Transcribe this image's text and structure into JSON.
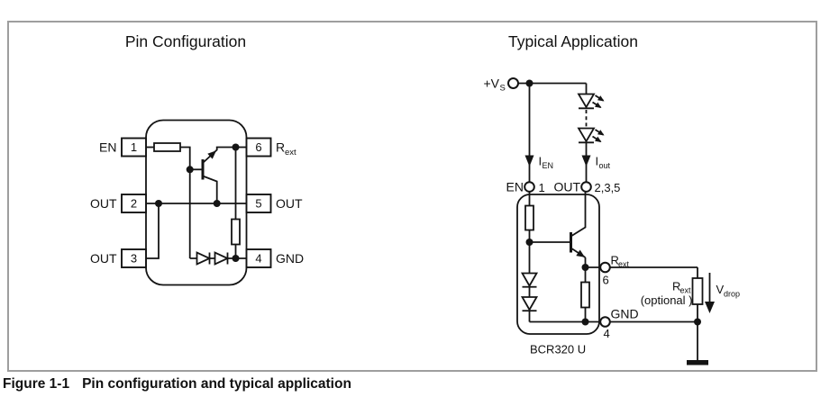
{
  "figure": {
    "caption_label": "Figure 1-1",
    "caption_text": "Pin configuration and typical application"
  },
  "colors": {
    "line": "#141414",
    "border": "#9e9e9e",
    "background": "#ffffff"
  },
  "pin_configuration": {
    "title": "Pin Configuration",
    "pins_left": [
      {
        "number": "1",
        "label": "EN"
      },
      {
        "number": "2",
        "label": "OUT"
      },
      {
        "number": "3",
        "label": "OUT"
      }
    ],
    "pins_right": [
      {
        "number": "6",
        "label": "R",
        "label_sub": "ext"
      },
      {
        "number": "5",
        "label": "OUT"
      },
      {
        "number": "4",
        "label": "GND"
      }
    ]
  },
  "typical_application": {
    "title": "Typical Application",
    "supply": {
      "main": "+V",
      "sub": "S"
    },
    "current_en": {
      "main": "I",
      "sub": "EN"
    },
    "current_out": {
      "main": "I",
      "sub": "out"
    },
    "pin_en": {
      "label": "EN",
      "number": "1"
    },
    "pin_out": {
      "label": "OUT",
      "numbers": "2,3,5"
    },
    "pin_rext": {
      "label": "R",
      "label_sub": "ext",
      "number": "6"
    },
    "pin_gnd": {
      "label": "GND",
      "number": "4"
    },
    "ext_resistor": {
      "label": "R",
      "label_sub": "ext",
      "note": "(optional )"
    },
    "vdrop": {
      "main": "V",
      "sub": "drop"
    },
    "device_name": "BCR320 U"
  }
}
